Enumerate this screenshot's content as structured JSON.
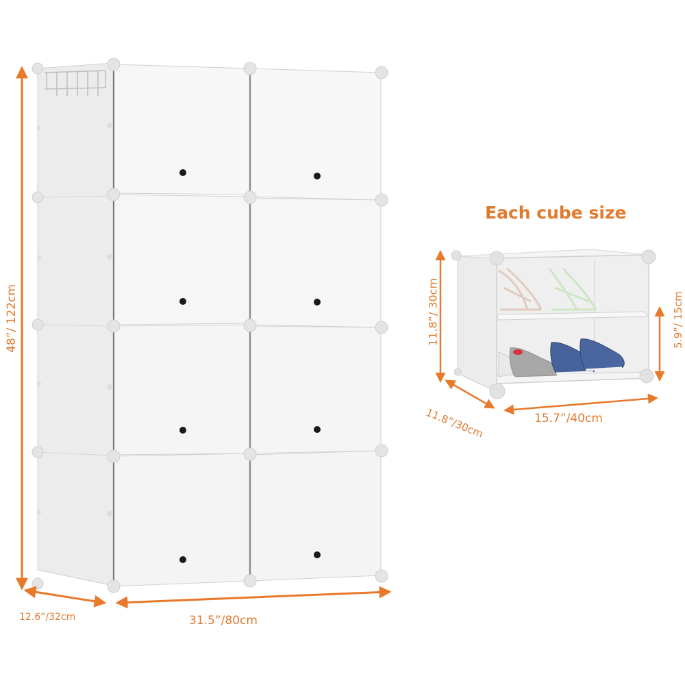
{
  "colors": {
    "accent_orange": "#e8782a",
    "label_orange": "#e07a2e",
    "panel_white": "#f7f7f7",
    "panel_shade": "#eeeeee",
    "side_panel": "#ececec",
    "connector": "#e2e2e2",
    "edge": "#c8c8c8",
    "handle_hole": "#1a1a1a"
  },
  "cabinet": {
    "name": "8-cube storage cabinet with doors",
    "rows": 4,
    "columns": 2,
    "door_count": 8,
    "has_side_hook_rack": true,
    "dimensions": {
      "height": "48”/ 122cm",
      "depth": "12.6”/32cm",
      "width": "31.5”/80cm"
    }
  },
  "cube": {
    "title": "Each cube size",
    "shelves": 2,
    "contents": [
      "beige sandals",
      "mint green sandals",
      "white sneaker",
      "grey slip-on shoe",
      "blue boat shoes"
    ],
    "dimensions": {
      "height": "11.8”/ 30cm",
      "shelf_gap": "5.9”/ 15cm",
      "depth": "11.8”/30cm",
      "width": "15.7”/40cm"
    }
  }
}
